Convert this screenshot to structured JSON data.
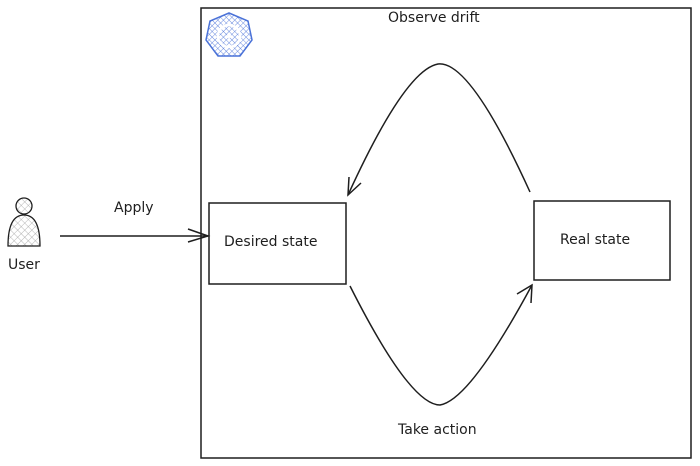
{
  "actor": {
    "label": "User"
  },
  "edges": {
    "apply": "Apply",
    "observe": "Observe drift",
    "action": "Take action"
  },
  "nodes": {
    "desired": "Desired state",
    "real": "Real state"
  },
  "colors": {
    "stroke": "#1e1e1e",
    "logo": "#4a72d8"
  },
  "logo": {
    "icon": "kubernetes-logo-icon"
  }
}
